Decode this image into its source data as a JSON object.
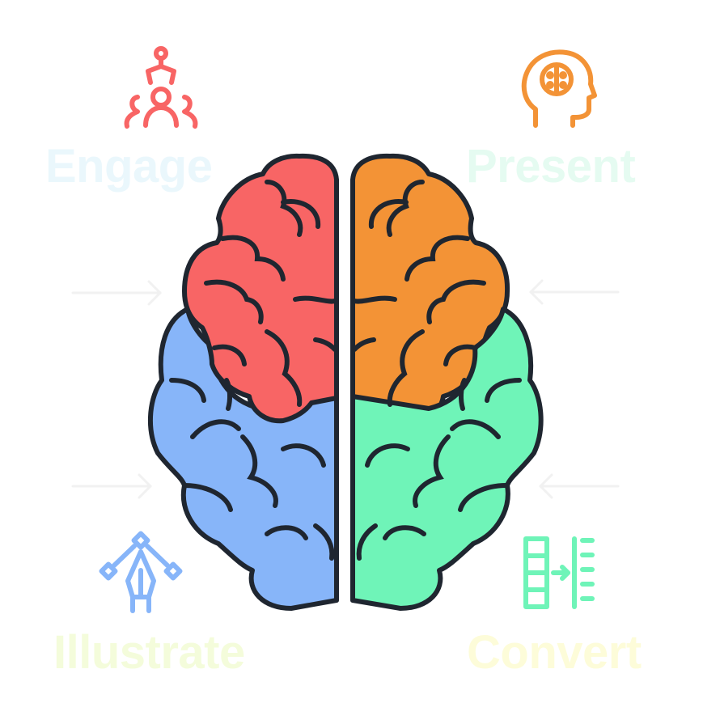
{
  "labels": {
    "engage": "Engage",
    "present": "Present",
    "illustrate": "Illustrate",
    "convert": "Convert"
  },
  "icons": {
    "engage": "people-network-icon",
    "present": "head-with-brain-icon",
    "illustrate": "vector-pen-tool-icon",
    "convert": "table-convert-arrow-icon"
  },
  "colors": {
    "red": "#F86565",
    "orange": "#F39336",
    "blue": "#87B5F9",
    "green": "#6FF4B8",
    "engage_text": "#EAF7FC",
    "present_text": "#E5FBF1",
    "illustrate_text": "#F4FCDB",
    "convert_text": "#FDFCD9",
    "outline": "#1F2630",
    "arrow": "#F1F1F1"
  }
}
